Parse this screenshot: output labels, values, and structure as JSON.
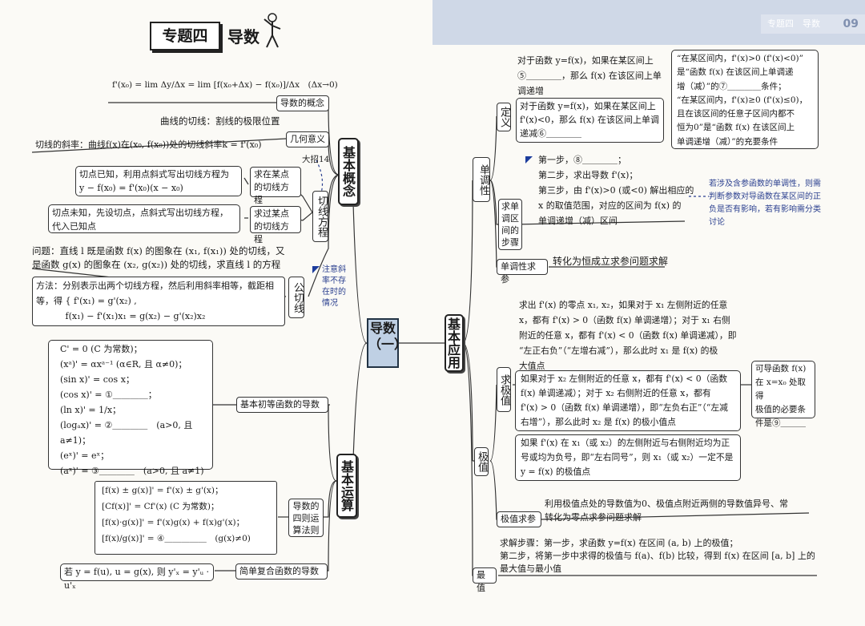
{
  "header": {
    "tab_text": "专题四　导数",
    "page_number": "09",
    "badge": "专题四",
    "title": "导数"
  },
  "center": "导数（一）",
  "left": {
    "main1": "基本概念",
    "main2": "基本运算",
    "b_concept": "导数的概念",
    "formula_concept": "f'(x₀) = lim Δy/Δx = lim [f(x₀+Δx) − f(x₀)]/Δx　(Δx→0)",
    "b_geom": "几何意义",
    "geom_line1": "曲线的切线：割线的极限位置",
    "geom_line2": "切线的斜率：曲线f(x)在(x₀, f(x₀))处的切线斜率k = f'(x₀)",
    "tangent_method": "切线方程",
    "at_point": "求在某点的切线方程",
    "at_point_desc": [
      "切点已知，利用点斜式写出切线方程为",
      "y − f(x₀) = f'(x₀)(x − x₀)"
    ],
    "through_point": "求过某点的切线方程",
    "through_point_desc": [
      "切点未知，先设切点，点斜式写出切线方程，",
      "代入已知点"
    ],
    "ref": "大招14",
    "common_tangent": "公切线",
    "common_tangent_q": [
      "问题：直线 l 既是函数 f(x) 的图象在 (x₁, f(x₁)) 处的切线，又",
      "是函数 g(x) 的图象在 (x₂, g(x₂)) 处的切线，求直线 l 的方程"
    ],
    "common_tangent_m": [
      "方法：分别表示出两个切线方程，然后利用斜率相等，截距相",
      "等，得 { f'(x₁) = g'(x₂) ,",
      "　　　 f(x₁) − f'(x₁)x₁ = g(x₂) − g'(x₂)x₂"
    ],
    "note_slope": "注意斜率不存在时的情况",
    "b_basic": "基本初等函数的导数",
    "basic_formulas": [
      "C' = 0 (C 为常数)；",
      "(xᵃ)' = αxᵃ⁻¹ (α∈R, 且 α≠0)；",
      "(sin x)' = cos x；",
      "(cos x)' = ①＿＿＿＿；",
      "(ln x)' = 1/x；",
      "(logₐx)' = ②＿＿＿＿　(a>0, 且 a≠1)；",
      "(eˣ)' = eˣ；",
      "(aˣ)' = ③＿＿＿＿　(a>0, 且 a≠1)"
    ],
    "b_rules": "导数的四则运算法则",
    "rules_formulas": [
      "[f(x) ± g(x)]' = f'(x) ± g'(x)；",
      "[Cf(x)]' = Cf'(x) (C 为常数)；",
      "[f(x)·g(x)]' = f'(x)g(x) + f(x)g'(x)；",
      "[f(x)/g(x)]' = ④＿＿＿＿＿　(g(x)≠0)"
    ],
    "b_composite": "简单复合函数的导数",
    "composite_formula": "若 y = f(u), u = g(x), 则 y'ₓ = y'ᵤ · u'ₓ"
  },
  "right": {
    "main": "基本应用",
    "monotonic": "单调性",
    "define": "定义",
    "def1": [
      "对于函数 y=f(x)，如果在某区间上",
      "⑤＿＿＿＿，那么 f(x) 在该区间上单",
      "调递增"
    ],
    "def2": [
      "对于函数 y=f(x)，如果在某区间上",
      "f'(x)<0，那么 f(x) 在该区间上单调",
      "递减⑥＿＿＿＿"
    ],
    "cond": [
      "“在某区间内，f'(x)>0 (f'(x)<0)”",
      "是“函数 f(x) 在该区间上单调递",
      "增（减）”的⑦＿＿＿＿条件；",
      "“在某区间内，f'(x)≥0 (f'(x)≤0)，",
      "且在该区间的任意子区间内都不",
      "恒为0”是“函数 f(x) 在该区间上",
      "单调递增（减）”的充要条件"
    ],
    "steps_label": "求单调区间的步骤",
    "steps": [
      "第一步，⑧＿＿＿＿；",
      "第二步，求出导数 f'(x)；",
      "第三步，由 f'(x)>0 (或<0) 解出相应的",
      "x 的取值范围，对应的区间为 f(x) 的",
      "单调递增（减）区间"
    ],
    "note_param": "若涉及含参函数的单调性，则需判断参数对导函数在某区间的正负是否有影响，若有影响需分类讨论",
    "param_label": "单调性求参",
    "param_text": "转化为恒成立求参问题求解",
    "extremum": "极值",
    "find_ext": "求极值",
    "ext1": [
      "求出 f'(x) 的零点 x₁, x₂，如果对于 x₁ 左侧附近的任意",
      "x，都有 f'(x) > 0（函数 f(x) 单调递增）；对于 x₁ 右侧",
      "附近的任意 x，都有 f'(x) < 0（函数 f(x) 单调递减），即",
      "“左正右负”（“左增右减”），那么此时 x₁ 是 f(x) 的极",
      "大值点"
    ],
    "ext2": [
      "如果对于 x₂ 左侧附近的任意 x，都有 f'(x) < 0（函数",
      "f(x) 单调递减）；对于 x₂ 右侧附近的任意 x，都有",
      "f'(x) > 0（函数 f(x) 单调递增），即“左负右正”（“左减",
      "右增”），那么此时 x₂ 是 f(x) 的极小值点"
    ],
    "ext3": [
      "如果 f'(x) 在 x₁（或 x₂）的左侧附近与右侧附近均为正",
      "号或均为负号，即“左右同号”，则 x₁（或 x₂）一定不是",
      "y = f(x) 的极值点"
    ],
    "ext_cond": [
      "可导函数 f(x)",
      "在 x=x₀ 处取得",
      "极值的必要条",
      "件是⑨＿＿＿"
    ],
    "ext_param_label": "极值求参",
    "ext_param_text": [
      "利用极值点处的导数值为0、极值点附近两侧的导数值异号、常",
      "转化为零点求参问题求解"
    ],
    "maximum": "最值",
    "max_text": [
      "求解步骤：第一步，求函数 y=f(x) 在区间 (a, b) 上的极值；",
      "第二步，将第一步中求得的极值与 f(a)、f(b) 比较，得到 f(x) 在区间 [a, b] 上的",
      "最大值与最小值"
    ]
  }
}
